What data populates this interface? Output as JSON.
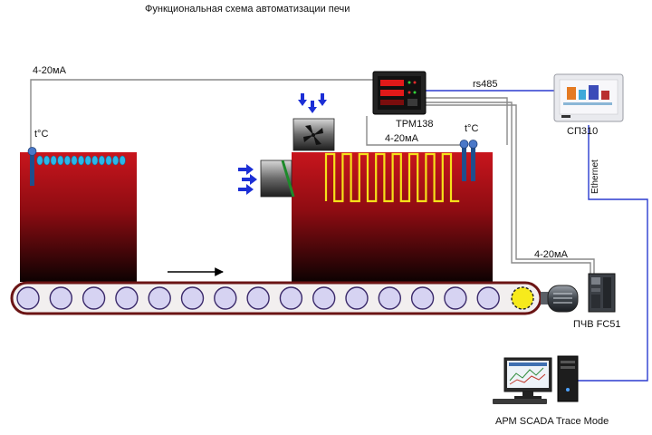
{
  "title": "Функциональная схема автоматизации печи",
  "signals": {
    "left_loop": "4-20мА",
    "heater_loop": "4-20мА",
    "vfd_loop": "4-20мА",
    "rs485": "rs485",
    "ethernet": "Ethernet"
  },
  "sensors": {
    "left_temp": "t°C",
    "right_temp": "t°C"
  },
  "devices": {
    "controller": "ТРМ138",
    "panel": "СП310",
    "vfd": "ПЧВ FC51",
    "workstation": "АРМ  SCADA Trace Mode"
  },
  "colors": {
    "furnace_top": "#c0141c",
    "furnace_bottom": "#0d0202",
    "heater_coil": "#f5e11a",
    "air_arrow": "#1c2fd6",
    "signal_line": "#8a8a8a",
    "network_line": "#2b3ccf",
    "roller": "#d6d3f2",
    "conveyor_frame": "#6b1414",
    "drive_roller": "#f7ea1c"
  },
  "conveyor": {
    "roller_count": 16
  }
}
